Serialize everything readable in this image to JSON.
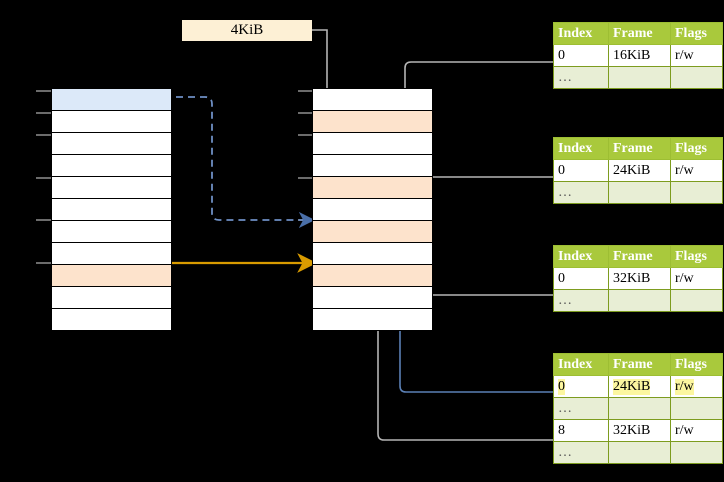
{
  "diagram": {
    "title_label": "4KiB",
    "colors": {
      "header_green": "#a9c93c",
      "row_alt_green": "#e8eed5",
      "highlight_yellow": "#fcf6a0",
      "peach": "#fde3cc",
      "blue_row": "#dce9f9",
      "orange_arrow": "#d99b00",
      "blue_arrow": "#4a6fa8",
      "gray_wire": "#b0b0b0"
    },
    "left_table": {
      "name": "page-table-left",
      "row_count": 11,
      "rows": [
        {
          "fill": "blue"
        },
        {
          "fill": "white"
        },
        {
          "fill": "white"
        },
        {
          "fill": "white"
        },
        {
          "fill": "white"
        },
        {
          "fill": "white"
        },
        {
          "fill": "white"
        },
        {
          "fill": "white"
        },
        {
          "fill": "peach"
        },
        {
          "fill": "white"
        },
        {
          "fill": "white"
        }
      ]
    },
    "middle_table": {
      "name": "page-table-middle",
      "row_count": 11,
      "rows": [
        {
          "fill": "white"
        },
        {
          "fill": "peach"
        },
        {
          "fill": "white"
        },
        {
          "fill": "white"
        },
        {
          "fill": "peach"
        },
        {
          "fill": "white"
        },
        {
          "fill": "peach"
        },
        {
          "fill": "white"
        },
        {
          "fill": "peach"
        },
        {
          "fill": "white"
        },
        {
          "fill": "white"
        }
      ]
    },
    "frame_tables": [
      {
        "name": "frame-table-1",
        "headers": [
          "Index",
          "Frame",
          "Flags"
        ],
        "rows": [
          {
            "index": "0",
            "frame": "16KiB",
            "flags": "r/w",
            "highlight": false
          },
          {
            "index": "…",
            "frame": "",
            "flags": "",
            "ellipsis": true
          }
        ]
      },
      {
        "name": "frame-table-2",
        "headers": [
          "Index",
          "Frame",
          "Flags"
        ],
        "rows": [
          {
            "index": "0",
            "frame": "24KiB",
            "flags": "r/w",
            "highlight": false
          },
          {
            "index": "…",
            "frame": "",
            "flags": "",
            "ellipsis": true
          }
        ]
      },
      {
        "name": "frame-table-3",
        "headers": [
          "Index",
          "Frame",
          "Flags"
        ],
        "rows": [
          {
            "index": "0",
            "frame": "32KiB",
            "flags": "r/w",
            "highlight": false
          },
          {
            "index": "…",
            "frame": "",
            "flags": "",
            "ellipsis": true
          }
        ]
      },
      {
        "name": "frame-table-4",
        "headers": [
          "Index",
          "Frame",
          "Flags"
        ],
        "rows": [
          {
            "index": "0",
            "frame": "24KiB",
            "flags": "r/w",
            "highlight": true
          },
          {
            "index": "…",
            "frame": "",
            "flags": "",
            "ellipsis": true
          },
          {
            "index": "8",
            "frame": "32KiB",
            "flags": "r/w",
            "highlight": false
          },
          {
            "index": "…",
            "frame": "",
            "flags": "",
            "ellipsis": true
          }
        ]
      }
    ]
  },
  "t1": {
    "h0": "Index",
    "h1": "Frame",
    "h2": "Flags",
    "r0c0": "0",
    "r0c1": "16KiB",
    "r0c2": "r/w",
    "r1c0": "…",
    "r1c1": "",
    "r1c2": ""
  },
  "t2": {
    "h0": "Index",
    "h1": "Frame",
    "h2": "Flags",
    "r0c0": "0",
    "r0c1": "24KiB",
    "r0c2": "r/w",
    "r1c0": "…",
    "r1c1": "",
    "r1c2": ""
  },
  "t3": {
    "h0": "Index",
    "h1": "Frame",
    "h2": "Flags",
    "r0c0": "0",
    "r0c1": "32KiB",
    "r0c2": "r/w",
    "r1c0": "…",
    "r1c1": "",
    "r1c2": ""
  },
  "t4": {
    "h0": "Index",
    "h1": "Frame",
    "h2": "Flags",
    "r0c0": "0",
    "r0c1": "24KiB",
    "r0c2": "r/w",
    "r1c0": "…",
    "r1c1": "",
    "r1c2": "",
    "r2c0": "8",
    "r2c1": "32KiB",
    "r2c2": "r/w",
    "r3c0": "…",
    "r3c1": "",
    "r3c2": ""
  },
  "label": {
    "size": "4KiB"
  }
}
